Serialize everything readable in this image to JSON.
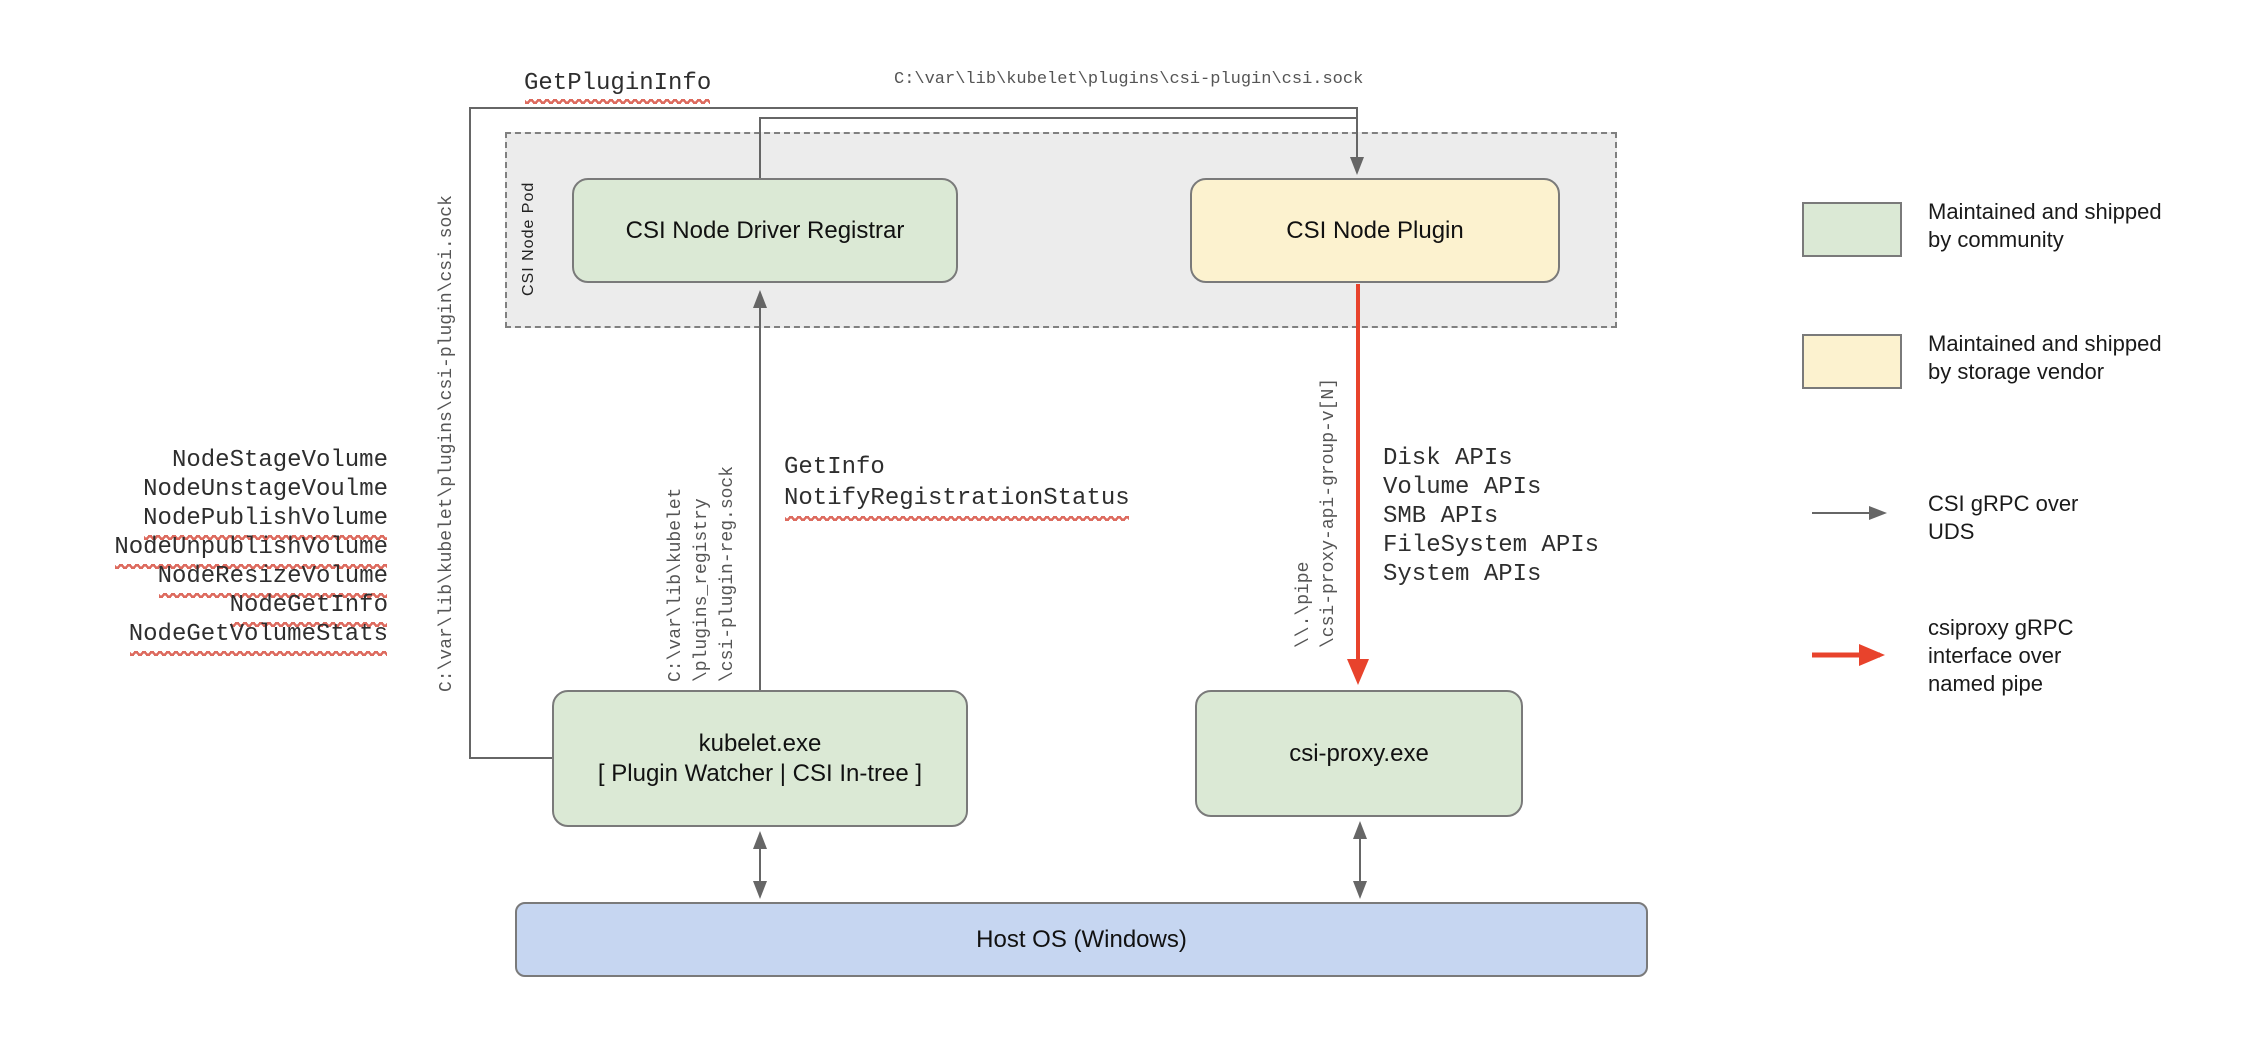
{
  "labels": {
    "get_plugin_info": "GetPluginInfo",
    "csi_sock_top": "C:\\var\\lib\\kubelet\\plugins\\csi-plugin\\csi.sock",
    "csi_sock_left": "C:\\var\\lib\\kubelet\\plugins\\csi-plugin\\csi.sock",
    "get_info": "GetInfo",
    "notify_registration_status": "NotifyRegistrationStatus",
    "registry_sock_lines": [
      "C:\\var\\lib\\kubelet",
      "\\plugins_registry",
      "\\csi-plugin-reg.sock"
    ],
    "pipe_lines": [
      "\\\\.\\pipe",
      "\\csi-proxy-api-group-v[N]"
    ]
  },
  "node_methods": [
    "NodeStageVolume",
    "NodeUnstageVoulme",
    "NodePublishVolume",
    "NodeUnpublishVolume",
    "NodeResizeVolume",
    "NodeGetInfo",
    "NodeGetVolumeStats"
  ],
  "api_list": [
    "Disk APIs",
    "Volume APIs",
    "SMB APIs",
    "FileSystem APIs",
    "System APIs"
  ],
  "pod": {
    "label": "CSI Node Pod",
    "registrar": "CSI Node Driver Registrar",
    "plugin": "CSI Node Plugin"
  },
  "boxes": {
    "kubelet_line1": "kubelet.exe",
    "kubelet_line2": "[ Plugin Watcher | CSI In-tree ]",
    "csi_proxy": "csi-proxy.exe",
    "host_os": "Host OS (Windows)"
  },
  "legend": {
    "community": {
      "lines": [
        "Maintained and shipped",
        "by community"
      ],
      "color": "#dbe9d5"
    },
    "vendor": {
      "lines": [
        "Maintained and shipped",
        "by storage vendor"
      ],
      "color": "#fcf2cf"
    },
    "uds": {
      "lines": [
        "CSI gRPC over",
        "UDS"
      ],
      "arrow_color": "#666666"
    },
    "named_pipe": {
      "lines": [
        "csiproxy gRPC",
        "interface over",
        "named pipe"
      ],
      "arrow_color": "#e8432c"
    }
  },
  "colors": {
    "community_green": "#dbe9d5",
    "vendor_yellow": "#fcf2cf",
    "host_blue": "#c6d6f1",
    "pod_background": "#ececec",
    "arrow_gray": "#666666",
    "arrow_red": "#e8432c",
    "squiggle_red": "#dd6b5f"
  }
}
